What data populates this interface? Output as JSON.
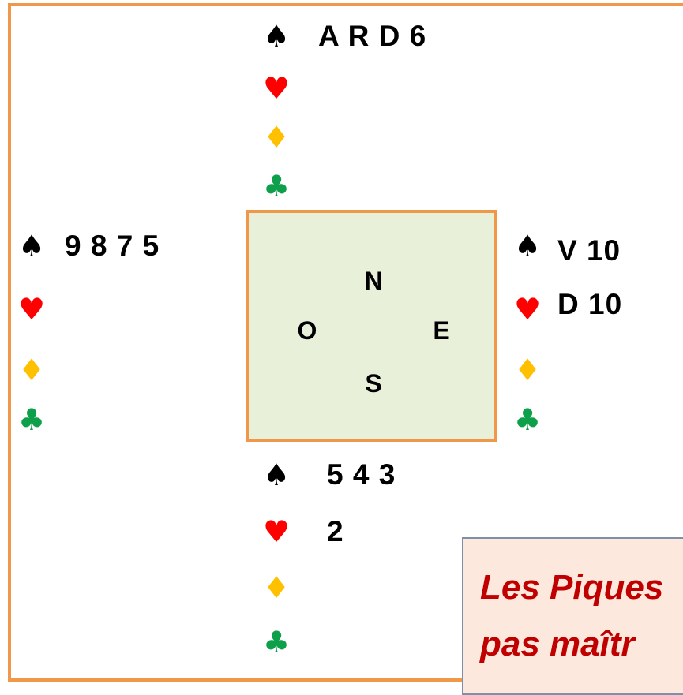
{
  "colors": {
    "frame": "#F0974A",
    "table_fill": "#E9F0DA",
    "note_fill": "#FCE8DC",
    "note_border": "#7E8FA8",
    "note_text": "#C00000",
    "spade": "#000000",
    "heart": "#FF0000",
    "diamond": "#FFC000",
    "club": "#0D9F49"
  },
  "suits": {
    "spade": {
      "icon": "spade-icon",
      "glyph": "♠"
    },
    "heart": {
      "icon": "heart-icon",
      "glyph": "♥"
    },
    "diamond": {
      "icon": "diamond-icon",
      "glyph": "♦"
    },
    "club": {
      "icon": "club-icon",
      "glyph": "♣"
    }
  },
  "hands": {
    "north": {
      "spades": "A R D 6",
      "hearts": "",
      "diamonds": "",
      "clubs": ""
    },
    "west": {
      "spades": "9 8 7 5",
      "hearts": "",
      "diamonds": "",
      "clubs": ""
    },
    "east": {
      "spades": "V 10",
      "hearts": "D 10",
      "diamonds": "",
      "clubs": ""
    },
    "south": {
      "spades": "5 4 3",
      "hearts": "2",
      "diamonds": "",
      "clubs": ""
    }
  },
  "table": {
    "north": "N",
    "west": "O",
    "east": "E",
    "south": "S"
  },
  "note": {
    "line1": "Les Piques",
    "line2": "pas maîtr"
  }
}
